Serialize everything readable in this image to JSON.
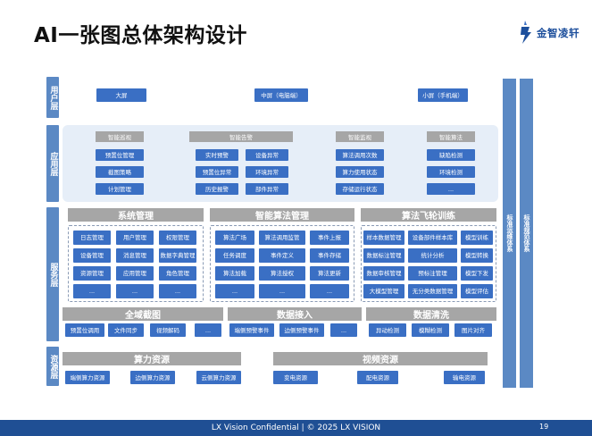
{
  "header": {
    "title": "AI一张图总体架构设计",
    "logo_text": "金智凌轩"
  },
  "layers": {
    "user": "用户层",
    "app": "应用层",
    "service": "服务层",
    "resource": "资源层"
  },
  "user_layer": {
    "items": [
      "大屏",
      "中屏（电脑端）",
      "小屏（手机端）"
    ]
  },
  "app_layer": {
    "groups": [
      {
        "title": "智能巡视",
        "items": [
          "预置位管理",
          "截图策略",
          "计划管理"
        ]
      },
      {
        "title": "智能告警",
        "items": [
          "实时预警",
          "设备异常",
          "预置位异常",
          "环境异常",
          "历史报警",
          "部件异常"
        ]
      },
      {
        "title": "智能监视",
        "items": [
          "算法调用次数",
          "算力使用状态",
          "存储运行状态"
        ]
      },
      {
        "title": "智能算法",
        "items": [
          "缺陷检测",
          "环境检测",
          "..."
        ]
      }
    ]
  },
  "service_layer": {
    "sys": {
      "title": "系统管理",
      "items": [
        "日志管理",
        "用户管理",
        "权限管理",
        "设备管理",
        "消息管理",
        "数据字典管理",
        "资源管理",
        "应用管理",
        "角色管理",
        "...",
        "...",
        "..."
      ]
    },
    "algo": {
      "title": "智能算法管理",
      "items": [
        "算法广场",
        "算法调用监管",
        "事件上报",
        "任务调度",
        "事件定义",
        "事件存储",
        "算法加载",
        "算法授权",
        "算法更新",
        "...",
        "...",
        "..."
      ]
    },
    "train": {
      "title": "算法飞轮训练",
      "items": [
        "样本数据管理",
        "设备部件样本库",
        "模型训练",
        "数据标注管理",
        "统计分析",
        "模型转换",
        "数据审核管理",
        "预标注管理",
        "模型下发",
        "大模型管理",
        "无分类数据管理",
        "模型评估"
      ]
    },
    "capture": {
      "title": "全域截图",
      "items": [
        "预置位调用",
        "文件同步",
        "视频解码",
        "..."
      ]
    },
    "ingest": {
      "title": "数据接入",
      "items": [
        "端侧预警事件",
        "边侧预警事件",
        "..."
      ]
    },
    "clean": {
      "title": "数据清洗",
      "items": [
        "异动检测",
        "模糊检测",
        "图片对齐"
      ]
    }
  },
  "resource_layer": {
    "compute": {
      "title": "算力资源",
      "items": [
        "端侧算力资源",
        "边侧算力资源",
        "云侧算力资源"
      ]
    },
    "video": {
      "title": "视频资源",
      "items": [
        "变电资源",
        "配电资源",
        "输电资源"
      ]
    }
  },
  "side": {
    "ops": "标准运维体系",
    "spec": "标准规范体系"
  },
  "footer": {
    "text": "LX Vision Confidential | © 2025 LX VISION",
    "page": "19"
  }
}
